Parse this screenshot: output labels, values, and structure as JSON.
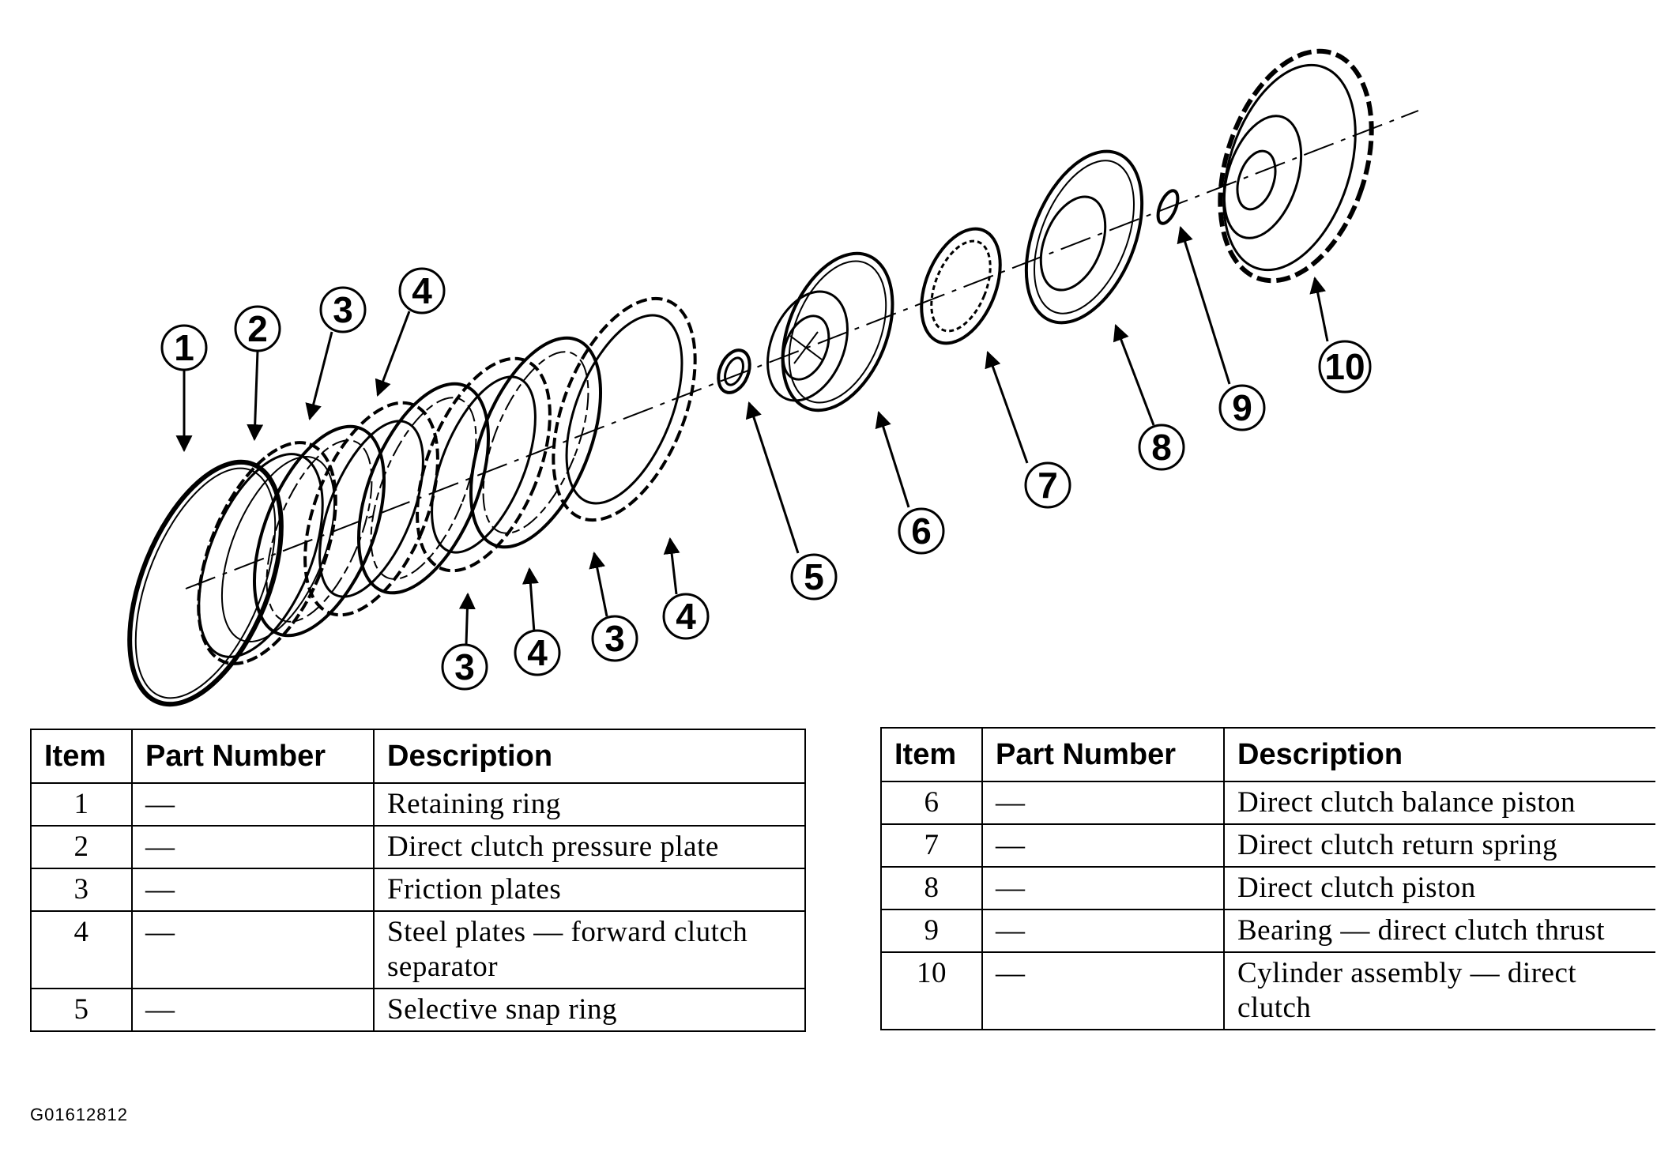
{
  "callouts": [
    "1",
    "2",
    "3",
    "4",
    "3",
    "4",
    "3",
    "4",
    "5",
    "6",
    "7",
    "8",
    "9",
    "10"
  ],
  "headers": {
    "item": "Item",
    "part_number": "Part Number",
    "description": "Description"
  },
  "table_left": [
    {
      "item": "1",
      "part": "—",
      "desc": "Retaining ring"
    },
    {
      "item": "2",
      "part": "—",
      "desc": "Direct clutch pressure plate"
    },
    {
      "item": "3",
      "part": "—",
      "desc": "Friction plates"
    },
    {
      "item": "4",
      "part": "—",
      "desc": "Steel plates — forward clutch separator"
    },
    {
      "item": "5",
      "part": "—",
      "desc": "Selective snap ring"
    }
  ],
  "table_right": [
    {
      "item": "6",
      "part": "—",
      "desc": "Direct clutch balance piston"
    },
    {
      "item": "7",
      "part": "—",
      "desc": "Direct clutch return spring"
    },
    {
      "item": "8",
      "part": "—",
      "desc": "Direct clutch piston"
    },
    {
      "item": "9",
      "part": "—",
      "desc": "Bearing — direct clutch thrust"
    },
    {
      "item": "10",
      "part": "—",
      "desc": "Cylinder assembly — direct clutch"
    }
  ],
  "figure_id": "G01612812"
}
